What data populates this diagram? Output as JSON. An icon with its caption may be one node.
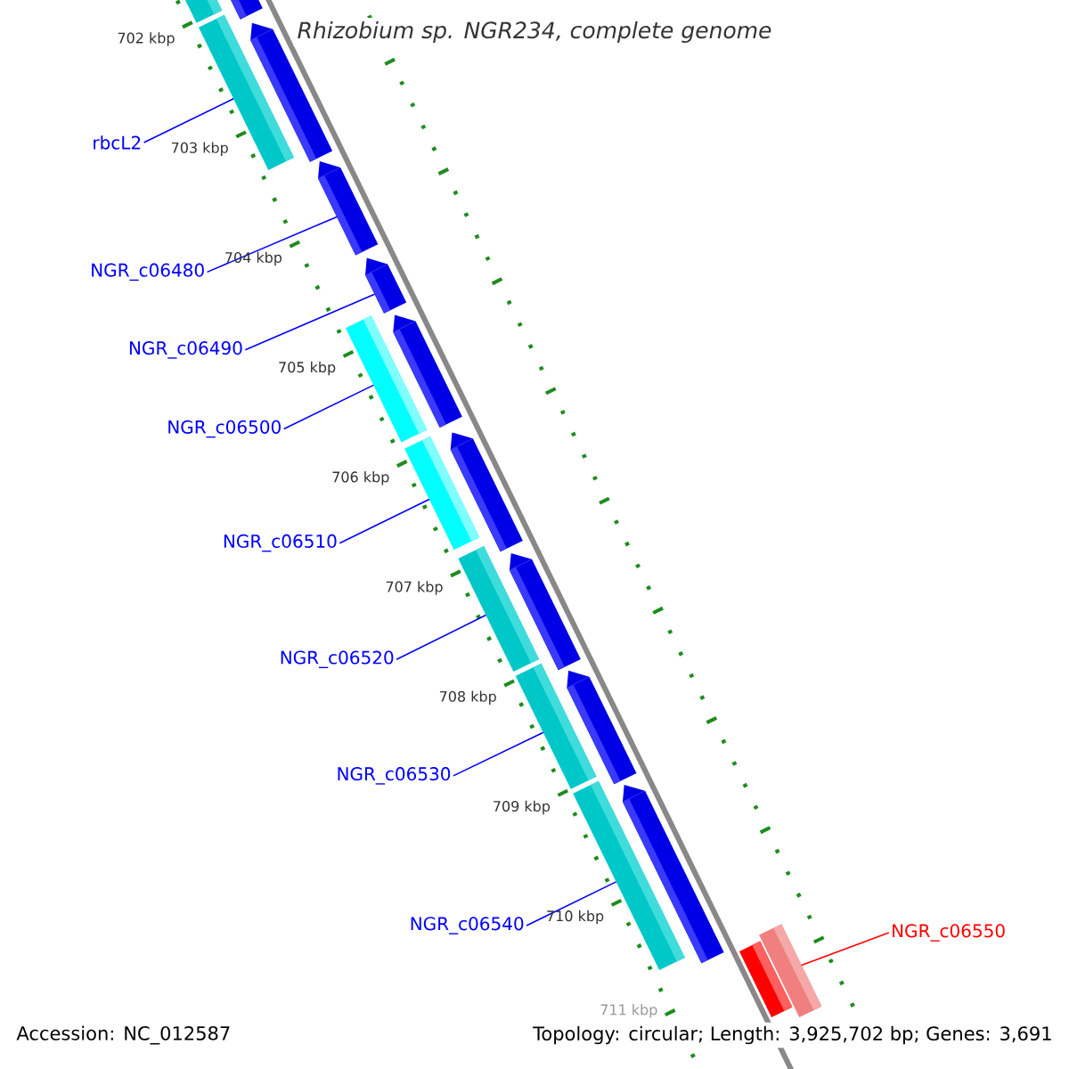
{
  "diagram": {
    "title": "Rhizobium sp. NGR234, complete genome",
    "nodes": [
      {
        "text": [
          "rbcL2"
        ]
      },
      {
        "text": [
          "NGR_c06480"
        ]
      },
      {
        "text": [
          "NGR_c06490"
        ]
      },
      {
        "text": [
          "NGR_c06500"
        ]
      },
      {
        "text": [
          "NGR_c06510"
        ]
      },
      {
        "text": [
          "NGR_c06520"
        ]
      },
      {
        "text": [
          "NGR_c06530"
        ]
      },
      {
        "text": [
          "NGR_c06540"
        ]
      },
      {
        "text": [
          "NGR_c06550"
        ]
      },
      {
        "text": [],
        "shape": "bar"
      },
      {
        "text": [],
        "shape": "arrow"
      },
      {
        "text": [],
        "shape": "arrow"
      },
      {
        "text": [],
        "shape": "bar"
      },
      {
        "text": [],
        "shape": "bar"
      },
      {
        "text": [],
        "shape": "bar"
      },
      {
        "text": [],
        "shape": "bar"
      },
      {
        "text": [],
        "shape": "bar"
      },
      {
        "text": [],
        "shape": "bar"
      },
      {
        "text": [],
        "shape": "bar"
      },
      {
        "text": [],
        "shape": "arrow"
      },
      {
        "text": [],
        "shape": "arrow"
      },
      {
        "text": [],
        "shape": "arrow"
      },
      {
        "text": [],
        "shape": "arrow"
      },
      {
        "text": [],
        "shape": "arrow"
      },
      {
        "text": [],
        "shape": "arrow"
      },
      {
        "text": [],
        "shape": "arrow"
      },
      {
        "text": [],
        "shape": "bar"
      }
    ],
    "edges": [
      {
        "from": 0,
        "to": 9,
        "arrow": "none"
      },
      {
        "from": 1,
        "to": 10,
        "arrow": "none"
      },
      {
        "from": 2,
        "to": 11,
        "arrow": "none"
      },
      {
        "from": 3,
        "to": 12,
        "arrow": "none"
      },
      {
        "from": 4,
        "to": 13,
        "arrow": "none"
      },
      {
        "from": 5,
        "to": 14,
        "arrow": "none"
      },
      {
        "from": 6,
        "to": 15,
        "arrow": "none"
      },
      {
        "from": 7,
        "to": 16,
        "arrow": "none"
      },
      {
        "from": 8,
        "to": 17,
        "arrow": "none",
        "color": "#ff0000"
      }
    ],
    "labels": [
      "702 kbp",
      "703 kbp",
      "704 kbp",
      "705 kbp",
      "706 kbp",
      "707 kbp",
      "708 kbp",
      "709 kbp",
      "710 kbp",
      "711 kbp",
      "Accession: NC_012587",
      "Topology: circular; Length: 3,925,702 bp; Genes: 3,691"
    ]
  }
}
